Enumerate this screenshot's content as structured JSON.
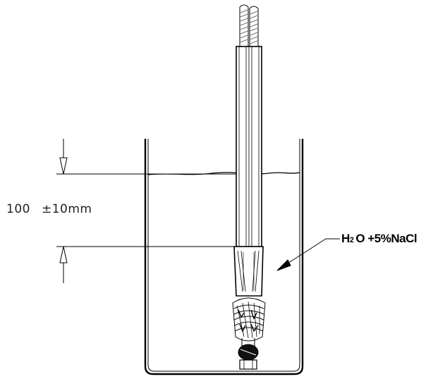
{
  "diagram": {
    "immersion_depth": {
      "value": "100",
      "tolerance": "±10mm"
    },
    "solution": {
      "element": "H",
      "subscript": "2",
      "rest": "O +5%NaCl"
    },
    "colors": {
      "stroke": "#000000",
      "background": "#ffffff",
      "fill_dark": "#111111"
    }
  }
}
